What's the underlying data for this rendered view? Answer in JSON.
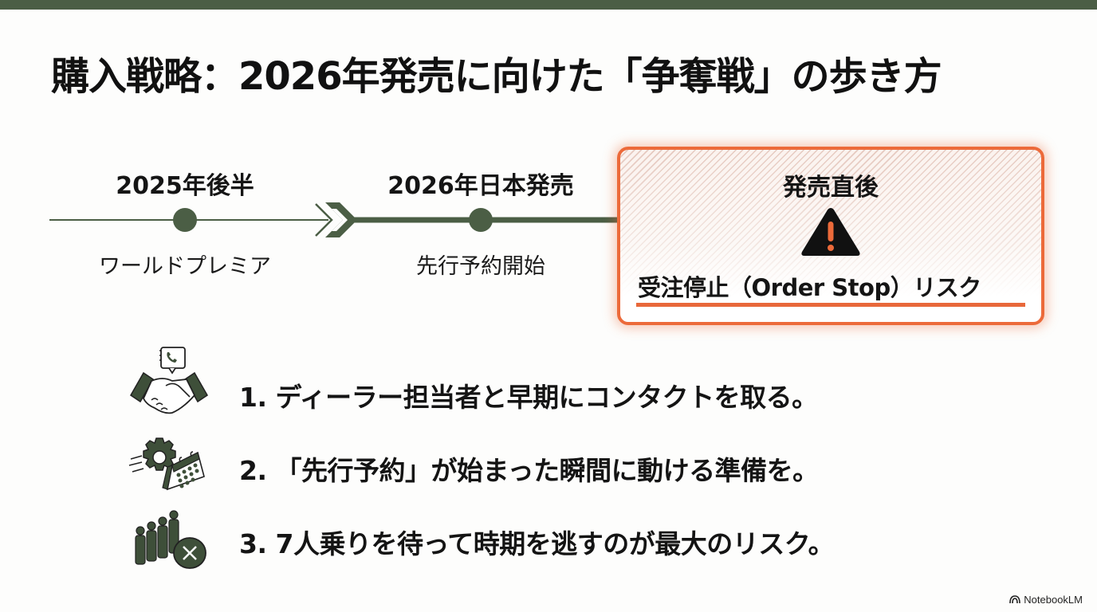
{
  "slide": {
    "title": "購入戦略：2026年発売に向けた「争奪戦」の歩き方"
  },
  "timeline": {
    "stages": [
      {
        "label": "2025年後半",
        "sub": "ワールドプレミア"
      },
      {
        "label": "2026年日本発売",
        "sub": "先行予約開始"
      },
      {
        "label": "発売直後",
        "risk_text": "受注停止（Order Stop）リスク",
        "icon": "warning-icon"
      }
    ]
  },
  "actions": [
    {
      "text": "1. ディーラー担当者と早期にコンタクトを取る。",
      "icon": "handshake-phone-icon"
    },
    {
      "text": "2. 「先行予約」が始まった瞬間に動ける準備を。",
      "icon": "gear-calendar-icon"
    },
    {
      "text": "3. 7人乗りを待って時期を逃すのが最大のリスク。",
      "icon": "queue-cancel-icon"
    }
  ],
  "brand": {
    "label": "NotebookLM"
  },
  "colors": {
    "primary_green": "#4b5e45",
    "accent_orange": "#ec6a3a",
    "text": "#111111"
  }
}
